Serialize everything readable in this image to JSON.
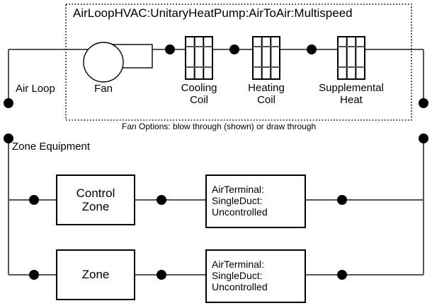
{
  "diagram": {
    "title": "AirLoopHVAC:UnitaryHeatPump:AirToAir:Multispeed",
    "note": "Fan Options: blow through (shown) or draw through",
    "sections": {
      "air_loop_label": "Air Loop",
      "zone_equipment_label": "Zone Equipment"
    },
    "components": {
      "fan": "Fan",
      "cooling_coil_line1": "Cooling",
      "cooling_coil_line2": "Coil",
      "heating_coil_line1": "Heating",
      "heating_coil_line2": "Coil",
      "supplemental_line1": "Supplemental",
      "supplemental_line2": "Heat"
    },
    "zone_boxes": [
      {
        "line1": "Control",
        "line2": "Zone"
      },
      {
        "line1": "Zone",
        "line2": ""
      }
    ],
    "air_terminals": [
      {
        "line1": "AirTerminal:",
        "line2": "SingleDuct:",
        "line3": "Uncontrolled"
      },
      {
        "line1": "AirTerminal:",
        "line2": "SingleDuct:",
        "line3": "Uncontrolled"
      }
    ],
    "colors": {
      "stroke": "#000000",
      "line": "#555555",
      "node": "#000000",
      "background": "#ffffff",
      "dashed_border": "#000000"
    }
  }
}
